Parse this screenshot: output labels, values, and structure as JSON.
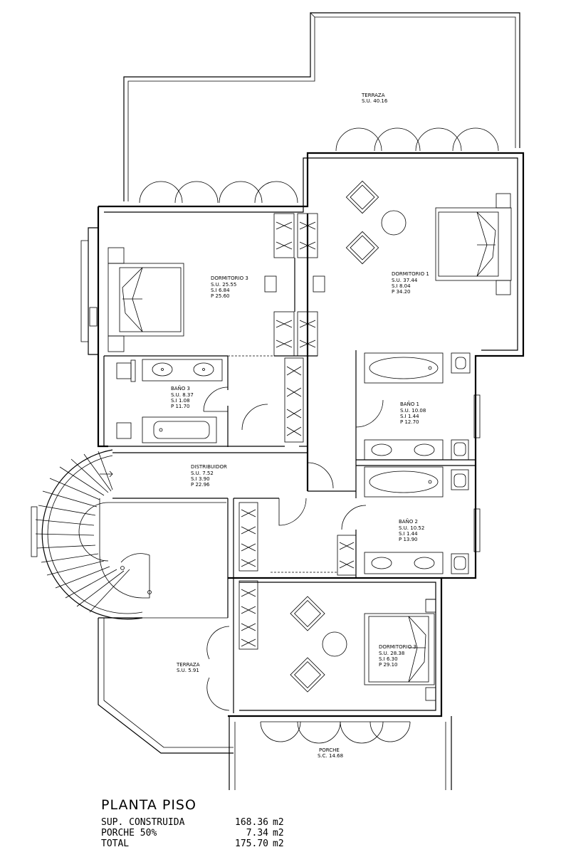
{
  "rooms": {
    "terraza_top": {
      "name": "TERRAZA",
      "l1": "S.U. 40.16"
    },
    "dorm1": {
      "name": "DORMITORIO 1",
      "l1": "S.U. 37.44",
      "l2": "S.I   8.04",
      "l3": "P    34.20"
    },
    "dorm3a": {
      "name": "DORMITORIO 3",
      "l1": "S.U. 25.55",
      "l2": "S.I   6.84",
      "l3": "P    25.60"
    },
    "bano3": {
      "name": "BAÑO 3",
      "l1": "S.U. 8.37",
      "l2": "S.I   1.08",
      "l3": "P   11.70"
    },
    "bano1": {
      "name": "BAÑO 1",
      "l1": "S.U. 10.08",
      "l2": "S.I    1.44",
      "l3": "P    12.70"
    },
    "distribuidor": {
      "name": "DISTRIBUIDOR",
      "l1": "S.U. 7.52",
      "l2": "S.I   3.90",
      "l3": "P   22.96"
    },
    "bano2": {
      "name": "BAÑO 2",
      "l1": "S.U. 10.52",
      "l2": "S.I    1.44",
      "l3": "P    13.90"
    },
    "dorm3b": {
      "name": "DORMITORIO 3",
      "l1": "S.U. 28.38",
      "l2": "S.I   6.30",
      "l3": "P    29.10"
    },
    "terraza_small": {
      "name": "TERRAZA",
      "l1": "S.U. 5.91"
    },
    "porche": {
      "name": "PORCHE",
      "l1": "S.C. 14.68"
    }
  },
  "summary": {
    "title": "PLANTA PISO",
    "rows": [
      {
        "label": "SUP. CONSTRUIDA",
        "value": "168.36",
        "unit": "m2"
      },
      {
        "label": "PORCHE 50%",
        "value": "7.34",
        "unit": "m2"
      },
      {
        "label": "TOTAL",
        "value": "175.70",
        "unit": "m2"
      }
    ]
  }
}
